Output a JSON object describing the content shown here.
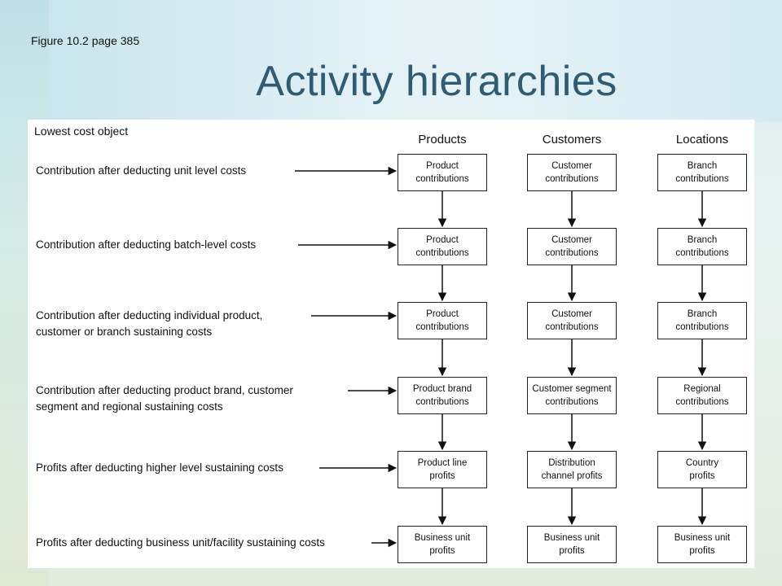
{
  "figure_ref": "Figure 10.2 page 385",
  "title": "Activity hierarchies",
  "corner_label": "Lowest cost object",
  "columns": [
    "Products",
    "Customers",
    "Locations"
  ],
  "rows": [
    {
      "label_lines": [
        "Contribution after deducting unit level costs"
      ],
      "boxes": [
        [
          "Product",
          "contributions"
        ],
        [
          "Customer",
          "contributions"
        ],
        [
          "Branch",
          "contributions"
        ]
      ]
    },
    {
      "label_lines": [
        "Contribution after deducting batch-level costs"
      ],
      "boxes": [
        [
          "Product",
          "contributions"
        ],
        [
          "Customer",
          "contributions"
        ],
        [
          "Branch",
          "contributions"
        ]
      ]
    },
    {
      "label_lines": [
        "Contribution after deducting individual product,",
        "customer or branch sustaining costs"
      ],
      "boxes": [
        [
          "Product",
          "contributions"
        ],
        [
          "Customer",
          "contributions"
        ],
        [
          "Branch",
          "contributions"
        ]
      ]
    },
    {
      "label_lines": [
        "Contribution after deducting product brand, customer",
        "segment and regional sustaining costs"
      ],
      "boxes": [
        [
          "Product brand",
          "contributions"
        ],
        [
          "Customer segment",
          "contributions"
        ],
        [
          "Regional",
          "contributions"
        ]
      ]
    },
    {
      "label_lines": [
        "Profits after deducting higher level sustaining costs"
      ],
      "boxes": [
        [
          "Product line",
          "profits"
        ],
        [
          "Distribution",
          "channel profits"
        ],
        [
          "Country",
          "profits"
        ]
      ]
    },
    {
      "label_lines": [
        "Profits after deducting business unit/facility sustaining costs"
      ],
      "boxes": [
        [
          "Business unit",
          "profits"
        ],
        [
          "Business unit",
          "profits"
        ],
        [
          "Business unit",
          "profits"
        ]
      ]
    }
  ]
}
